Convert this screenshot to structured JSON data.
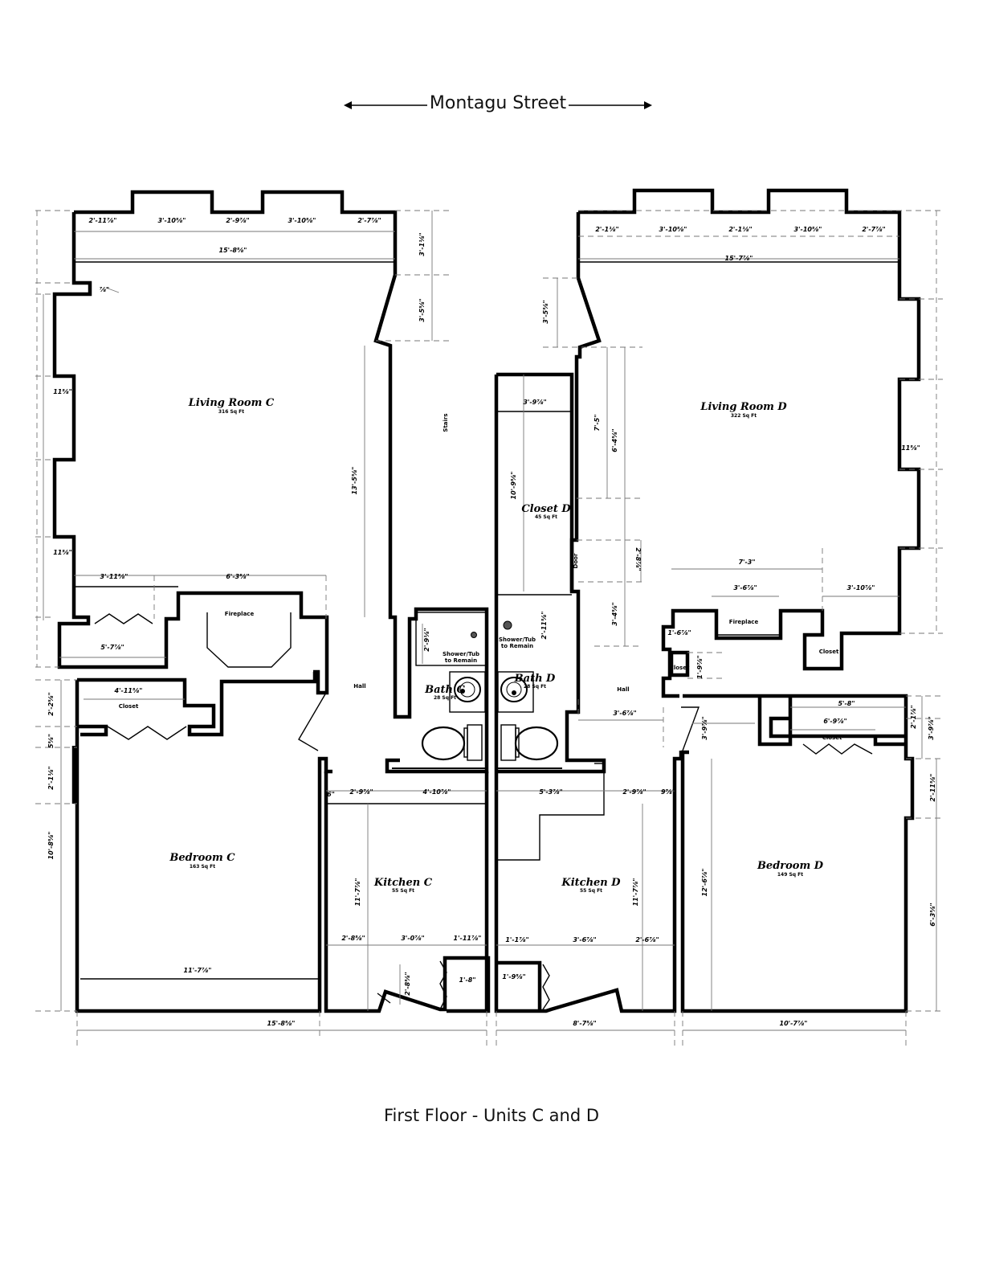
{
  "street": {
    "label": "Montagu Street"
  },
  "caption": "First Floor - Units C and D",
  "rooms": {
    "living_c": {
      "name": "Living Room C",
      "area": "316 Sq Ft"
    },
    "living_d": {
      "name": "Living Room D",
      "area": "322 Sq Ft"
    },
    "bedroom_c": {
      "name": "Bedroom C",
      "area": "163 Sq Ft"
    },
    "bedroom_d": {
      "name": "Bedroom D",
      "area": "149 Sq Ft"
    },
    "kitchen_c": {
      "name": "Kitchen C",
      "area": "55 Sq Ft"
    },
    "kitchen_d": {
      "name": "Kitchen D",
      "area": "55 Sq Ft"
    },
    "bath_c": {
      "name": "Bath C",
      "area": "28 Sq Ft"
    },
    "bath_d": {
      "name": "Bath D",
      "area": "28 Sq Ft"
    },
    "closet_d": {
      "name": "Closet D",
      "area": "45 Sq Ft"
    }
  },
  "labels": {
    "stairs": "Stairs",
    "hall": "Hall",
    "door": "Door",
    "fireplace": "Fireplace",
    "closet": "Closet",
    "shower": "Shower/Tub",
    "remain": "to Remain"
  },
  "dims": {
    "c_top": [
      "2'-11⅞\"",
      "3'-10⅝\"",
      "2'-9⅞\"",
      "3'-10⅝\"",
      "2'-7⅞\""
    ],
    "c_total": "15'-8⅝\"",
    "d_top": [
      "2'-1⅛\"",
      "3'-10⅝\"",
      "2'-1⅛\"",
      "3'-10⅝\"",
      "2'-7⅞\""
    ],
    "d_total": "15'-7⅞\"",
    "c_side1": "3'-1⅛\"",
    "c_side2": "3'-5⅝\"",
    "c_liv_h": "13'-5⅝\"",
    "c_k1": "11⅝\"",
    "c_k2": "11⅝\"",
    "c_small": "⅞\"",
    "c_w1": "3'-11⅝\"",
    "c_w2": "6'-3⅝\"",
    "c_bay": "5'-7⅞\"",
    "c_clo": "4'-11⅝\"",
    "c_shower": "2'-9⅛\"",
    "c_b1": "2'-2⅝\"",
    "c_b2": "5⅝\"",
    "c_b3": "2'-1⅛\"",
    "c_b4": "10'-8⅝\"",
    "c_bed_w": "11'-7⅞\"",
    "c_total_w": "15'-8⅝\"",
    "k_c1": "6\"",
    "k_c2": "2'-9⅞\"",
    "k_c3": "4'-10⅞\"",
    "k_c_h": "11'-7⅞\"",
    "k_c4": "2'-8⅝\"",
    "k_c5": "3'-0⅞\"",
    "k_c6": "1'-11⅞\"",
    "k_c7": "2'-8⅝\"",
    "k_c8": "1'-8\"",
    "closet_d_w": "3'-9⅞\"",
    "closet_d_h": "10'-9⅝\"",
    "bath_d_h": "2'-11⅝\"",
    "k_d1": "5'-3⅞\"",
    "k_d2": "2'-9⅞\"",
    "k_d3": "9⅞\"",
    "k_d_h": "11'-7⅞\"",
    "k_d4": "1'-1⅞\"",
    "k_d5": "3'-6⅞\"",
    "k_d6": "2'-6⅞\"",
    "k_d7": "1'-9⅝\"",
    "k_total_w": "8'-7⅝\"",
    "d_side1": "3'-5⅝\"",
    "d_d1": "7'-5\"",
    "d_d2": "6'-4⅝\"",
    "d_d3": "2'-8⅞\"",
    "d_d4": "3'-4⅝\"",
    "d_hall": "3'-6⅞\"",
    "d_r1": "11⅝\"",
    "d_w1": "7'-3\"",
    "d_w2": "3'-6⅞\"",
    "d_w3": "3'-10⅞\"",
    "d_fp": "1'-6⅞\"",
    "d_clo2": "1'-9⅞\"",
    "d_c1": "3'-9⅞\"",
    "d_c2": "5'-8\"",
    "d_c3": "6'-9⅞\"",
    "d_c4": "2'-1⅞\"",
    "d_c5": "3'-9⅞\"",
    "d_b1": "2'-11⅝\"",
    "d_b2": "6'-3⅝\"",
    "d_bed_h": "12'-6⅞\"",
    "d_total_w": "10'-7⅞\""
  }
}
